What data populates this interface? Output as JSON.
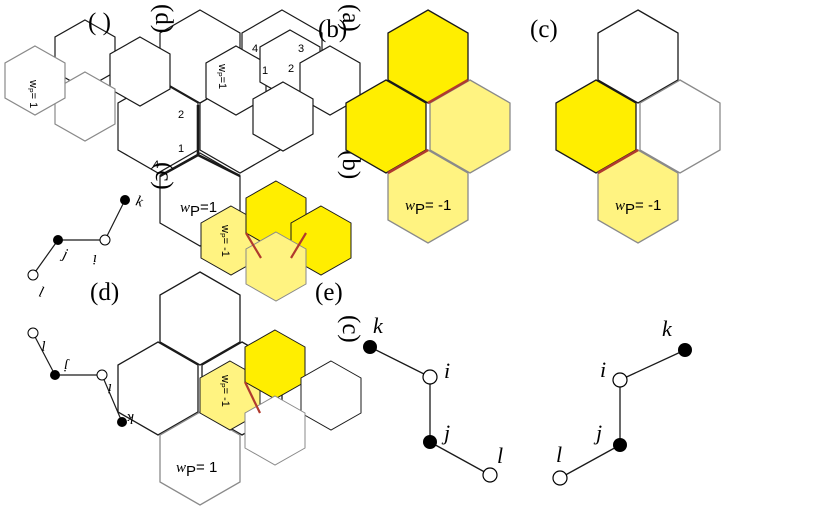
{
  "panel_labels": {
    "a": "(a)",
    "b": "(b)",
    "c": "(c)",
    "d": "(d)",
    "e": "(e)",
    "partial_top_left": "(  )"
  },
  "weights": {
    "w_symbol": "w",
    "p_subscript": "P",
    "plus_one": "= 1",
    "plus_one_tight": "=1",
    "minus_one": "= -1"
  },
  "site_labels": {
    "k": "k",
    "i": "i",
    "j": "j",
    "l": "l"
  },
  "bond_numbers": {
    "one": "1",
    "two": "2",
    "three": "3",
    "four": "4"
  },
  "colors": {
    "yellow": "#ffee00",
    "pale_yellow": "#fff381",
    "bond_red": "#b03a2e",
    "outline": "#1a1a1a",
    "outline_gray": "#8a8a8a"
  }
}
